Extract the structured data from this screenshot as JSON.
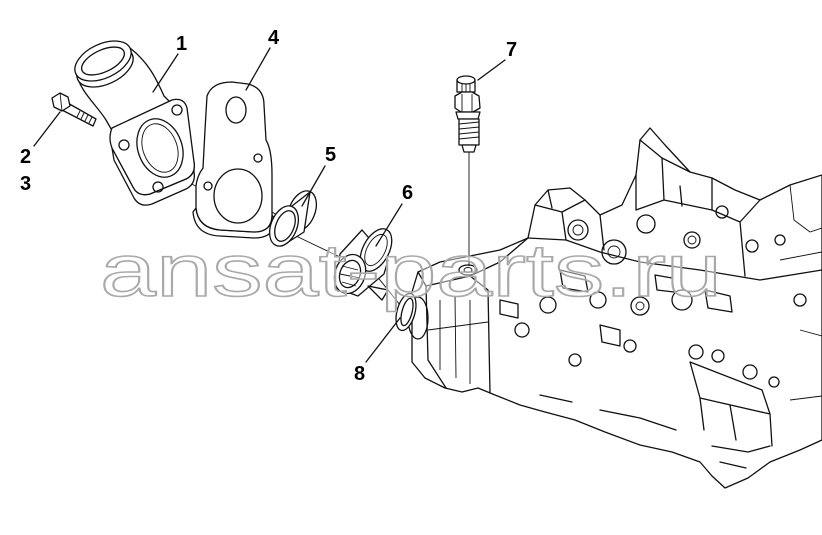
{
  "callouts": [
    "1",
    "2",
    "3",
    "4",
    "5",
    "6",
    "7",
    "8"
  ],
  "watermark": "ansat-parts.ru"
}
